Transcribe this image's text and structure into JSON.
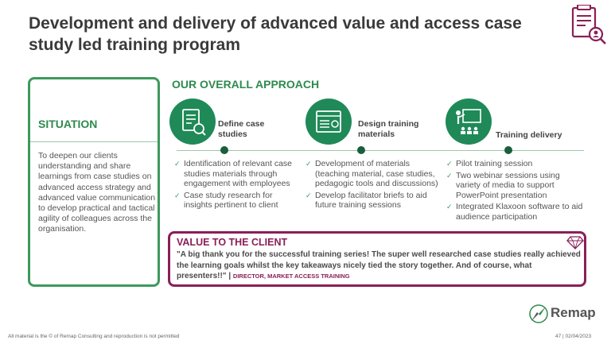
{
  "title": "Development and delivery of advanced value and access case study led training program",
  "header_icon": "document-search-icon",
  "situation": {
    "title": "SITUATION",
    "text": "To deepen our clients understanding and share learnings from case studies on advanced access strategy and advanced value communication to develop practical and tactical agility of colleagues across the organisation."
  },
  "approach": {
    "title": "OUR OVERALL APPROACH",
    "steps": [
      {
        "label_line1": "Define case",
        "label_line2": "studies",
        "icon": "document-search-icon",
        "bullets": [
          "Identification of relevant case studies materials through engagement with employees",
          "Case study research for insights pertinent to client"
        ]
      },
      {
        "label_line1": "Design training",
        "label_line2": "materials",
        "icon": "browser-window-icon",
        "bullets": [
          "Development of materials (teaching material, case studies, pedagogic tools and discussions)",
          "Develop facilitator briefs to aid future training sessions"
        ]
      },
      {
        "label_line1": "Training delivery",
        "label_line2": "",
        "icon": "presenter-icon",
        "bullets": [
          "Pilot training session",
          "Two webinar sessions using variety of media to support PowerPoint presentation",
          "Integrated Klaxoon software to aid audience participation"
        ]
      }
    ]
  },
  "value": {
    "title": "VALUE TO THE CLIENT",
    "quote": "\"A big thank you for the successful training series! The super well researched case studies really achieved the learning goals whilst the key takeaways nicely tied the story together. And of course, what presenters!!\"",
    "separator": " | ",
    "attribution": "DIRECTOR, MARKET ACCESS TRAINING",
    "icon": "diamond-icon"
  },
  "logo": {
    "text": "Remap",
    "icon": "remap-compass-icon"
  },
  "footer": {
    "left": "All material is the © of Remap Consulting and reproduction is not permitted",
    "right": "47 | 02/04/2023"
  },
  "colors": {
    "green": "#2e8a4e",
    "icon_green": "#1f8a57",
    "dark_green": "#1a5e3b",
    "maroon": "#8a1f57"
  }
}
